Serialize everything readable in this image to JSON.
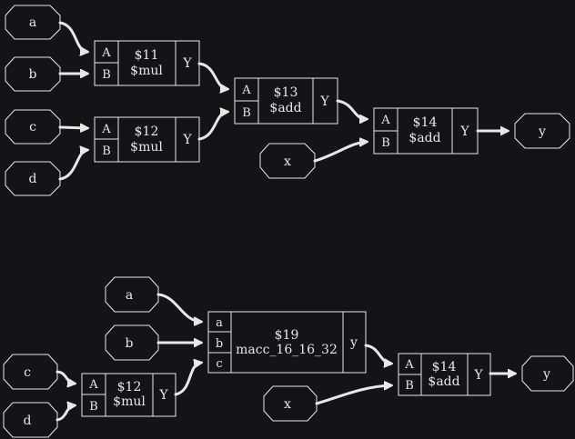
{
  "diagram_top": {
    "inputs": [
      "a",
      "b",
      "c",
      "d",
      "x"
    ],
    "output": "y",
    "cells": [
      {
        "id": "$11",
        "type": "$mul",
        "inputs": [
          "A",
          "B"
        ],
        "output": "Y"
      },
      {
        "id": "$12",
        "type": "$mul",
        "inputs": [
          "A",
          "B"
        ],
        "output": "Y"
      },
      {
        "id": "$13",
        "type": "$add",
        "inputs": [
          "A",
          "B"
        ],
        "output": "Y"
      },
      {
        "id": "$14",
        "type": "$add",
        "inputs": [
          "A",
          "B"
        ],
        "output": "Y"
      }
    ]
  },
  "diagram_bottom": {
    "inputs": [
      "a",
      "b",
      "c",
      "d",
      "x"
    ],
    "output": "y",
    "cells": [
      {
        "id": "$19",
        "type": "macc_16_16_32",
        "inputs": [
          "a",
          "b",
          "c"
        ],
        "output": "y"
      },
      {
        "id": "$12",
        "type": "$mul",
        "inputs": [
          "A",
          "B"
        ],
        "output": "Y"
      },
      {
        "id": "$14",
        "type": "$add",
        "inputs": [
          "A",
          "B"
        ],
        "output": "Y"
      }
    ]
  }
}
